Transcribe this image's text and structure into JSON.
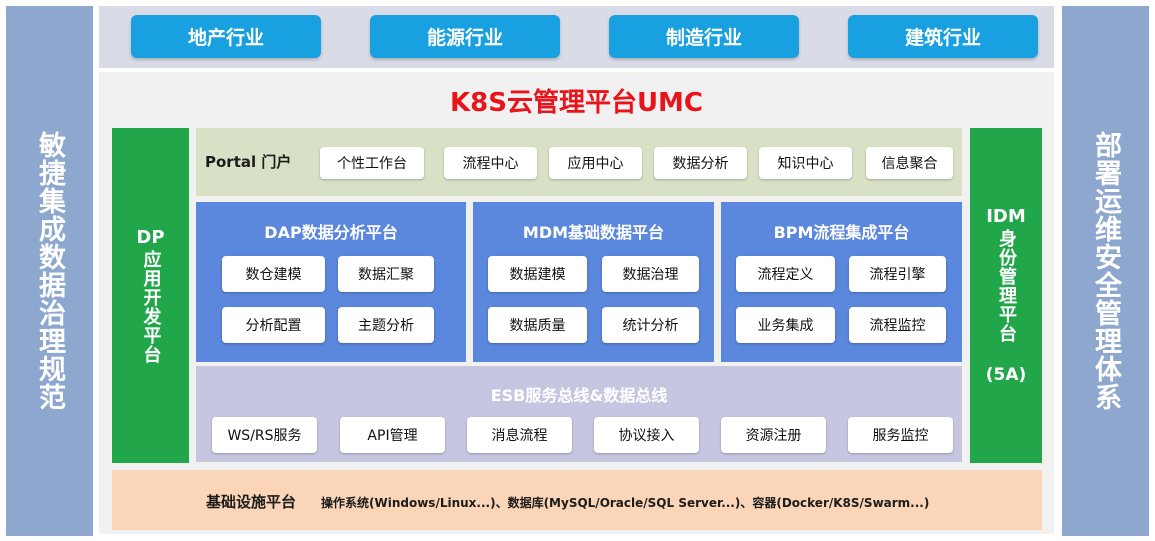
{
  "left_sidebar": {
    "text": "敏捷集成数据治理规范"
  },
  "right_sidebar": {
    "text": "部署运维安全管理体系"
  },
  "industries": [
    "地产行业",
    "能源行业",
    "制造行业",
    "建筑行业"
  ],
  "title": "K8S云管理平台UMC",
  "dp": {
    "head": "DP",
    "text": "应用开发平台"
  },
  "idm": {
    "head": "IDM",
    "text": "身份管理平台",
    "tail": "(5A)"
  },
  "portal": {
    "title": "Portal 门户",
    "items": [
      "个性工作台",
      "流程中心",
      "应用中心",
      "数据分析",
      "知识中心",
      "信息聚合"
    ]
  },
  "platforms": [
    {
      "title": "DAP数据分析平台",
      "items": [
        "数仓建模",
        "数据汇聚",
        "分析配置",
        "主题分析"
      ]
    },
    {
      "title": "MDM基础数据平台",
      "items": [
        "数据建模",
        "数据治理",
        "数据质量",
        "统计分析"
      ]
    },
    {
      "title": "BPM流程集成平台",
      "items": [
        "流程定义",
        "流程引擎",
        "业务集成",
        "流程监控"
      ]
    }
  ],
  "esb": {
    "title": "ESB服务总线&数据总线",
    "items": [
      "WS/RS服务",
      "API管理",
      "消息流程",
      "协议接入",
      "资源注册",
      "服务监控"
    ]
  },
  "infra": {
    "title": "基础设施平台",
    "text": "操作系统(Windows/Linux...)、数据库(MySQL/Oracle/SQL Server...)、容器(Docker/K8S/Swarm...)"
  },
  "colors": {
    "sidebar": "#8ea7cf",
    "industry_button": "#19a0e0",
    "title_red": "#e8141a",
    "green": "#21a64a",
    "portal_bg": "#d8e1c6",
    "platform_blue": "#5b87dc",
    "esb_bg": "#c7c6e0",
    "infra_bg": "#fbd5b7"
  }
}
